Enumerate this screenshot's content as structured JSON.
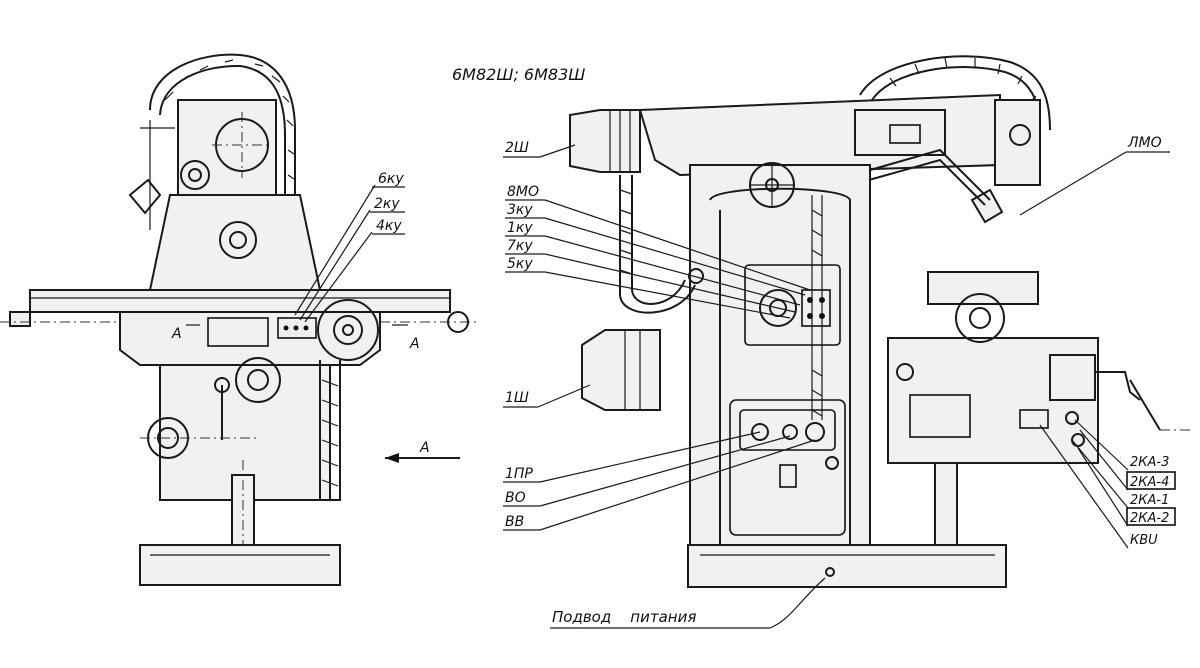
{
  "title": "6М82Ш; 6М83Ш",
  "labels": {
    "ku6": "6кy",
    "ku2": "2кy",
    "ku4": "4кy",
    "sectionA_left": "A",
    "sectionA_right": "A",
    "viewA": "A",
    "sh2": "2Ш",
    "mo8": "8МО",
    "ku3": "3кy",
    "ku1": "1кy",
    "ku7": "7кy",
    "ku5": "5кy",
    "sh1": "1Ш",
    "pr1": "1ПР",
    "vo": "ВО",
    "vv": "ВВ",
    "lmo": "ЛМО",
    "ka3": "2КА-3",
    "ka4": "2КА-4",
    "ka1": "2КА-1",
    "ka2": "2КА-2",
    "kvu": "КВU",
    "power_supply": "Подвод    питания"
  }
}
